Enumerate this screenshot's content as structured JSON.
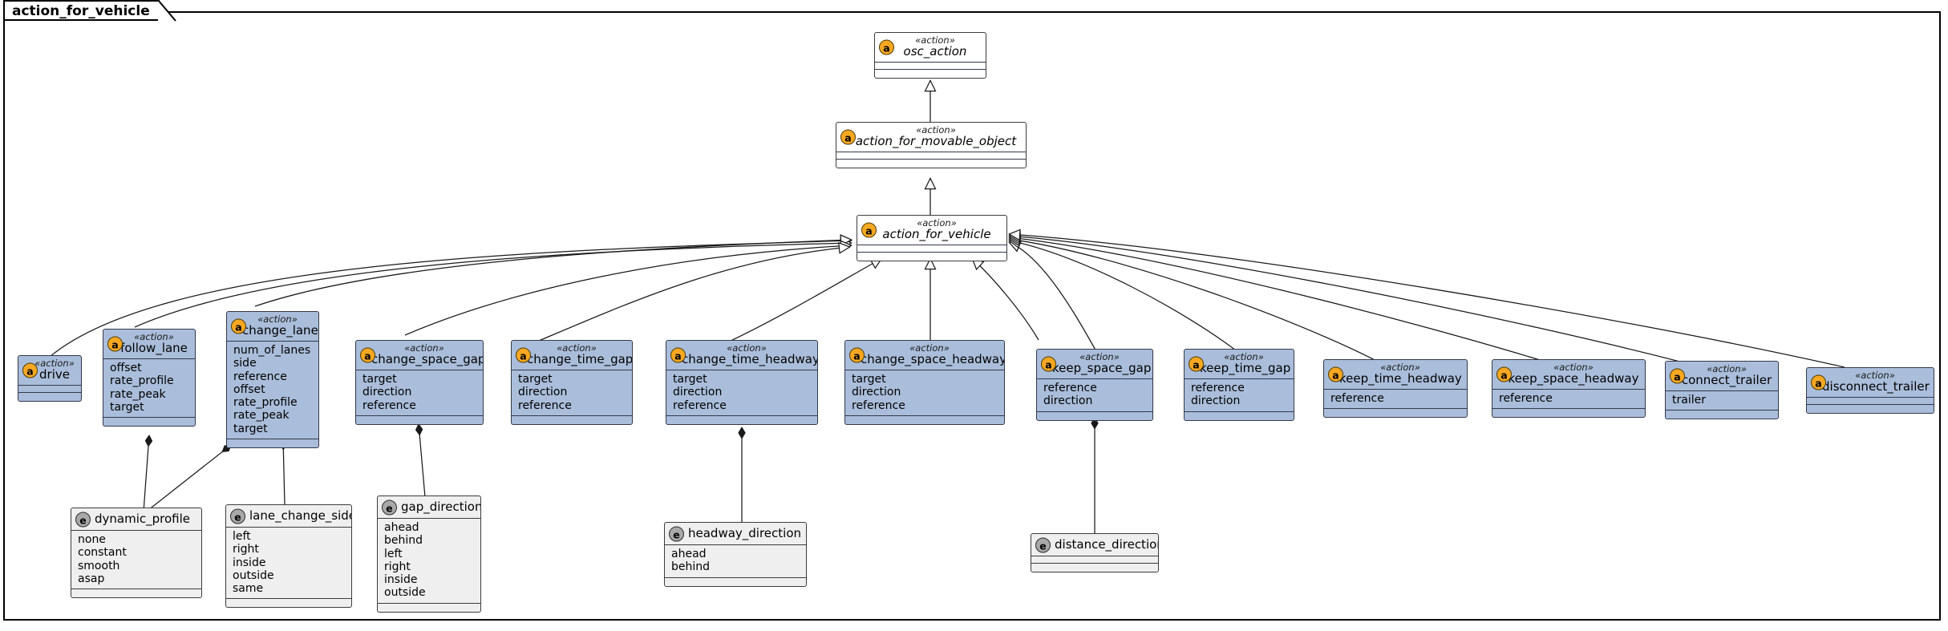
{
  "frame": {
    "label": "action_for_vehicle"
  },
  "icons": {
    "class_badge": "a-action-icon",
    "enum_badge": "e-enum-icon"
  },
  "colors": {
    "class_fill": "#aabedb",
    "abstract_fill": "#ffffff",
    "enum_fill": "#efefef",
    "action_badge": "#f7a823",
    "enum_badge": "#a8a8a8",
    "line": "#1a1a1a"
  },
  "stereotype": "«action»",
  "nodes": {
    "osc_action": {
      "stereotype": "«action»",
      "name": "osc_action",
      "attrs": []
    },
    "action_for_movable_object": {
      "stereotype": "«action»",
      "name": "action_for_movable_object",
      "attrs": []
    },
    "action_for_vehicle": {
      "stereotype": "«action»",
      "name": "action_for_vehicle",
      "attrs": []
    },
    "drive": {
      "stereotype": "«action»",
      "name": "drive",
      "attrs": []
    },
    "follow_lane": {
      "stereotype": "«action»",
      "name": "follow_lane",
      "attrs": [
        "offset",
        "rate_profile",
        "rate_peak",
        "target"
      ]
    },
    "change_lane": {
      "stereotype": "«action»",
      "name": "change_lane",
      "attrs": [
        "num_of_lanes",
        "side",
        "reference",
        "offset",
        "rate_profile",
        "rate_peak",
        "target"
      ]
    },
    "change_space_gap": {
      "stereotype": "«action»",
      "name": "change_space_gap",
      "attrs": [
        "target",
        "direction",
        "reference"
      ]
    },
    "change_time_gap": {
      "stereotype": "«action»",
      "name": "change_time_gap",
      "attrs": [
        "target",
        "direction",
        "reference"
      ]
    },
    "change_time_headway": {
      "stereotype": "«action»",
      "name": "change_time_headway",
      "attrs": [
        "target",
        "direction",
        "reference"
      ]
    },
    "change_space_headway": {
      "stereotype": "«action»",
      "name": "change_space_headway",
      "attrs": [
        "target",
        "direction",
        "reference"
      ]
    },
    "keep_space_gap": {
      "stereotype": "«action»",
      "name": "keep_space_gap",
      "attrs": [
        "reference",
        "direction"
      ]
    },
    "keep_time_gap": {
      "stereotype": "«action»",
      "name": "keep_time_gap",
      "attrs": [
        "reference",
        "direction"
      ]
    },
    "keep_time_headway": {
      "stereotype": "«action»",
      "name": "keep_time_headway",
      "attrs": [
        "reference"
      ]
    },
    "keep_space_headway": {
      "stereotype": "«action»",
      "name": "keep_space_headway",
      "attrs": [
        "reference"
      ]
    },
    "connect_trailer": {
      "stereotype": "«action»",
      "name": "connect_trailer",
      "attrs": [
        "trailer"
      ]
    },
    "disconnect_trailer": {
      "stereotype": "«action»",
      "name": "disconnect_trailer",
      "attrs": []
    },
    "dynamic_profile": {
      "name": "dynamic_profile",
      "attrs": [
        "none",
        "constant",
        "smooth",
        "asap"
      ]
    },
    "lane_change_side": {
      "name": "lane_change_side",
      "attrs": [
        "left",
        "right",
        "inside",
        "outside",
        "same"
      ]
    },
    "gap_direction": {
      "name": "gap_direction",
      "attrs": [
        "ahead",
        "behind",
        "left",
        "right",
        "inside",
        "outside"
      ]
    },
    "headway_direction": {
      "name": "headway_direction",
      "attrs": [
        "ahead",
        "behind"
      ]
    },
    "distance_direction": {
      "name": "distance_direction",
      "attrs": []
    }
  },
  "relations": {
    "generalizations": [
      {
        "from": "action_for_movable_object",
        "to": "osc_action"
      },
      {
        "from": "action_for_vehicle",
        "to": "action_for_movable_object"
      },
      {
        "from": "drive",
        "to": "action_for_vehicle"
      },
      {
        "from": "follow_lane",
        "to": "action_for_vehicle"
      },
      {
        "from": "change_lane",
        "to": "action_for_vehicle"
      },
      {
        "from": "change_space_gap",
        "to": "action_for_vehicle"
      },
      {
        "from": "change_time_gap",
        "to": "action_for_vehicle"
      },
      {
        "from": "change_time_headway",
        "to": "action_for_vehicle"
      },
      {
        "from": "change_space_headway",
        "to": "action_for_vehicle"
      },
      {
        "from": "keep_space_gap",
        "to": "action_for_vehicle"
      },
      {
        "from": "keep_time_gap",
        "to": "action_for_vehicle"
      },
      {
        "from": "keep_time_headway",
        "to": "action_for_vehicle"
      },
      {
        "from": "keep_space_headway",
        "to": "action_for_vehicle"
      },
      {
        "from": "connect_trailer",
        "to": "action_for_vehicle"
      },
      {
        "from": "disconnect_trailer",
        "to": "action_for_vehicle"
      }
    ],
    "compositions": [
      {
        "from": "follow_lane",
        "to": "dynamic_profile"
      },
      {
        "from": "change_lane",
        "to": "dynamic_profile"
      },
      {
        "from": "change_lane",
        "to": "lane_change_side"
      },
      {
        "from": "change_space_gap",
        "to": "gap_direction"
      },
      {
        "from": "change_time_headway",
        "to": "headway_direction"
      },
      {
        "from": "keep_space_gap",
        "to": "distance_direction"
      }
    ]
  }
}
